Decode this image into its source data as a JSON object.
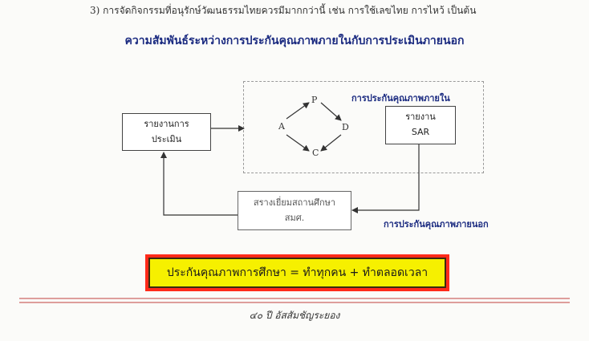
{
  "header_text": "3)   การจัดกิจกรรมที่อนุรักษ์วัฒนธรรมไทยควรมีมากกว่านี้ เช่น การใช้เลขไทย การไหว้ เป็นต้น",
  "diagram": {
    "title": "ความสัมพันธ์ระหว่างการประกันคุณภาพภายในกับการประเมินภายนอก",
    "report_box": {
      "line1": "รายงานการ",
      "line2": "ประเมิน"
    },
    "sar_box": {
      "line1": "รายงาน",
      "line2": "SAR"
    },
    "visit_box": {
      "line1": "สรางเยี่ยมสถานศึกษา",
      "line2": "สมศ."
    },
    "pdca": {
      "p": "P",
      "d": "D",
      "c": "C",
      "a": "A"
    },
    "internal_label": "การประกันคุณภาพภายใน",
    "external_label": "การประกันคุณภาพภายนอก"
  },
  "formula": "ประกันคุณภาพการศึกษา = ทำทุกคน + ทำตลอดเวลา",
  "footer": "๔๐ ปี อัสสัมชัญระยอง",
  "colors": {
    "title": "#1a2a80",
    "formula_border": "#ff2a1a",
    "formula_fill": "#f6f000",
    "footer_rule": "#c04040"
  }
}
